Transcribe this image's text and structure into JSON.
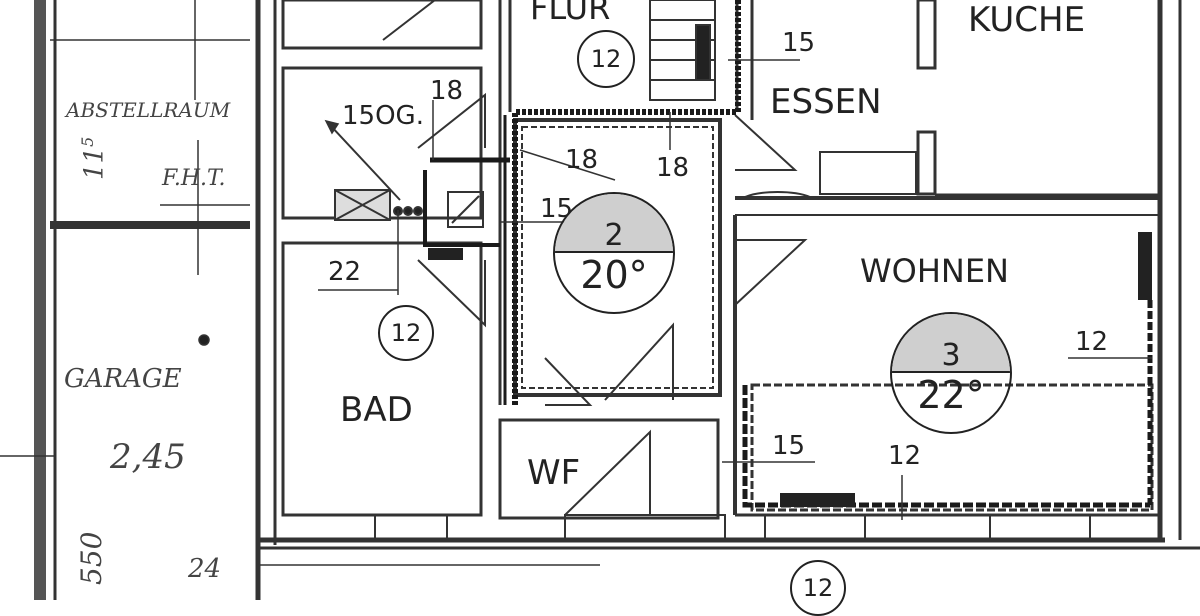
{
  "rooms": {
    "flur": "FLUR",
    "kueche": "KUCHE",
    "essen": "ESSEN",
    "wohnen": "WOHNEN",
    "bad": "BAD",
    "wf": "WF",
    "abstellraum": "ABSTELLRAUM",
    "garage": "GARAGE",
    "fht": "F.H.T."
  },
  "dimensions": {
    "d15_top": "15",
    "d18_a": "18",
    "d18_b": "18",
    "d18_c": "18",
    "d15_mid": "15",
    "d22": "22",
    "d12_right": "12",
    "d15_low": "15",
    "d12_low": "12",
    "og": "15OG.",
    "d11": "11",
    "d11_sup": "5",
    "d245": "2,45",
    "d550": "550",
    "d24": "24"
  },
  "markers": {
    "flur_circle": "12",
    "bad_circle": "12",
    "bottom_circle": "12"
  },
  "temp_markers": [
    {
      "room": "2",
      "temp": "20°"
    },
    {
      "room": "3",
      "temp": "22°"
    }
  ],
  "colors": {
    "wall": "#333333",
    "pipe": "#1a1a1a",
    "marker_fill": "#cfcfcf"
  }
}
